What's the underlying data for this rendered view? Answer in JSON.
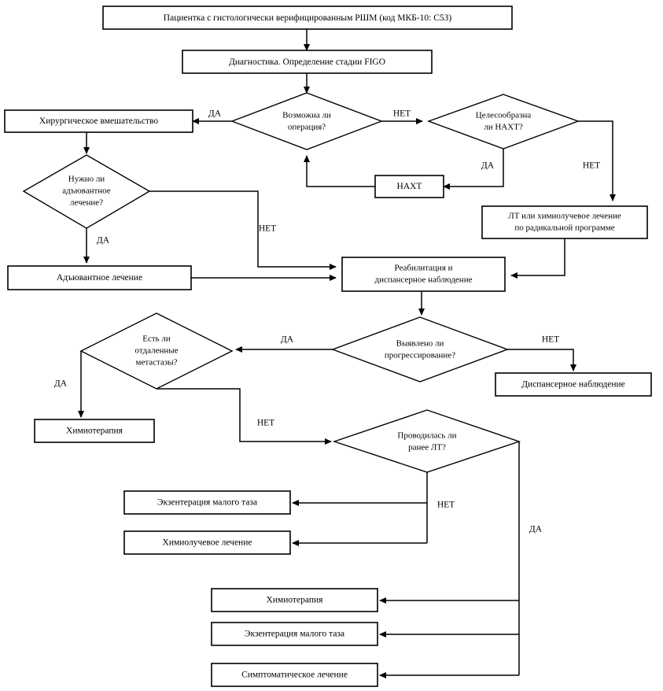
{
  "diagram": {
    "type": "flowchart",
    "title_text": "Пациентка с гистологически верифицированным РШМ (код МКБ-10: C53)",
    "language": "ru",
    "colors": {
      "background": "#ffffff",
      "stroke": "#000000",
      "fill": "#ffffff"
    },
    "nodes": {
      "patient": {
        "shape": "process",
        "label": "Пациентка с гистологически верифицированным РШМ (код МКБ-10: C53)"
      },
      "diagnostics": {
        "shape": "process",
        "label": "Диагностика. Определение стадии FIGO"
      },
      "surgery_possible": {
        "shape": "decision",
        "line1": "Возможна ли",
        "line2": "операция?"
      },
      "surgical_intervention": {
        "shape": "process",
        "label": "Хирургическое вмешательство"
      },
      "naht_reasonable": {
        "shape": "decision",
        "line1": "Целесообразна",
        "line2": "ли НАХТ?"
      },
      "naht": {
        "shape": "process",
        "label": "НАХТ"
      },
      "radical_program": {
        "shape": "process",
        "line1": "ЛТ или химиолучевое лечение",
        "line2": "по радикальной программе"
      },
      "adjuvant_needed": {
        "shape": "decision",
        "line1": "Нужно ли",
        "line2": "адъювантное",
        "line3": "лечение?"
      },
      "adjuvant_treatment": {
        "shape": "process",
        "label": "Адъювантное лечение"
      },
      "rehabilitation": {
        "shape": "process",
        "line1": "Реабилитация и",
        "line2": "диспансерное наблюдение"
      },
      "progression_detected": {
        "shape": "decision",
        "line1": "Выявлено ли",
        "line2": "прогрессирование?"
      },
      "dispensary_observation": {
        "shape": "process",
        "label": "Диспансерное наблюдение"
      },
      "distant_metastases": {
        "shape": "decision",
        "line1": "Есть ли",
        "line2": "отдаленные",
        "line3": "метастазы?"
      },
      "chemotherapy_1": {
        "shape": "process",
        "label": "Химиотерапия"
      },
      "prior_rt": {
        "shape": "decision",
        "line1": "Проводилась ли",
        "line2": "ранее ЛТ?"
      },
      "exenteration_1": {
        "shape": "process",
        "label": "Экзентерация малого таза"
      },
      "chemoradiation": {
        "shape": "process",
        "label": "Химиолучевое лечение"
      },
      "chemotherapy_2": {
        "shape": "process",
        "label": "Химиотерапия"
      },
      "exenteration_2": {
        "shape": "process",
        "label": "Экзентерация малого таза"
      },
      "symptomatic": {
        "shape": "process",
        "label": "Симптоматическое лечение"
      }
    },
    "edge_labels": {
      "surgery_yes": "ДА",
      "surgery_no": "НЕТ",
      "naht_yes": "ДА",
      "naht_no": "НЕТ",
      "adjuvant_yes": "ДА",
      "adjuvant_no": "НЕТ",
      "progression_yes": "ДА",
      "progression_no": "НЕТ",
      "metastases_yes": "ДА",
      "metastases_no": "НЕТ",
      "prior_rt_no": "НЕТ",
      "prior_rt_yes": "ДА"
    }
  }
}
